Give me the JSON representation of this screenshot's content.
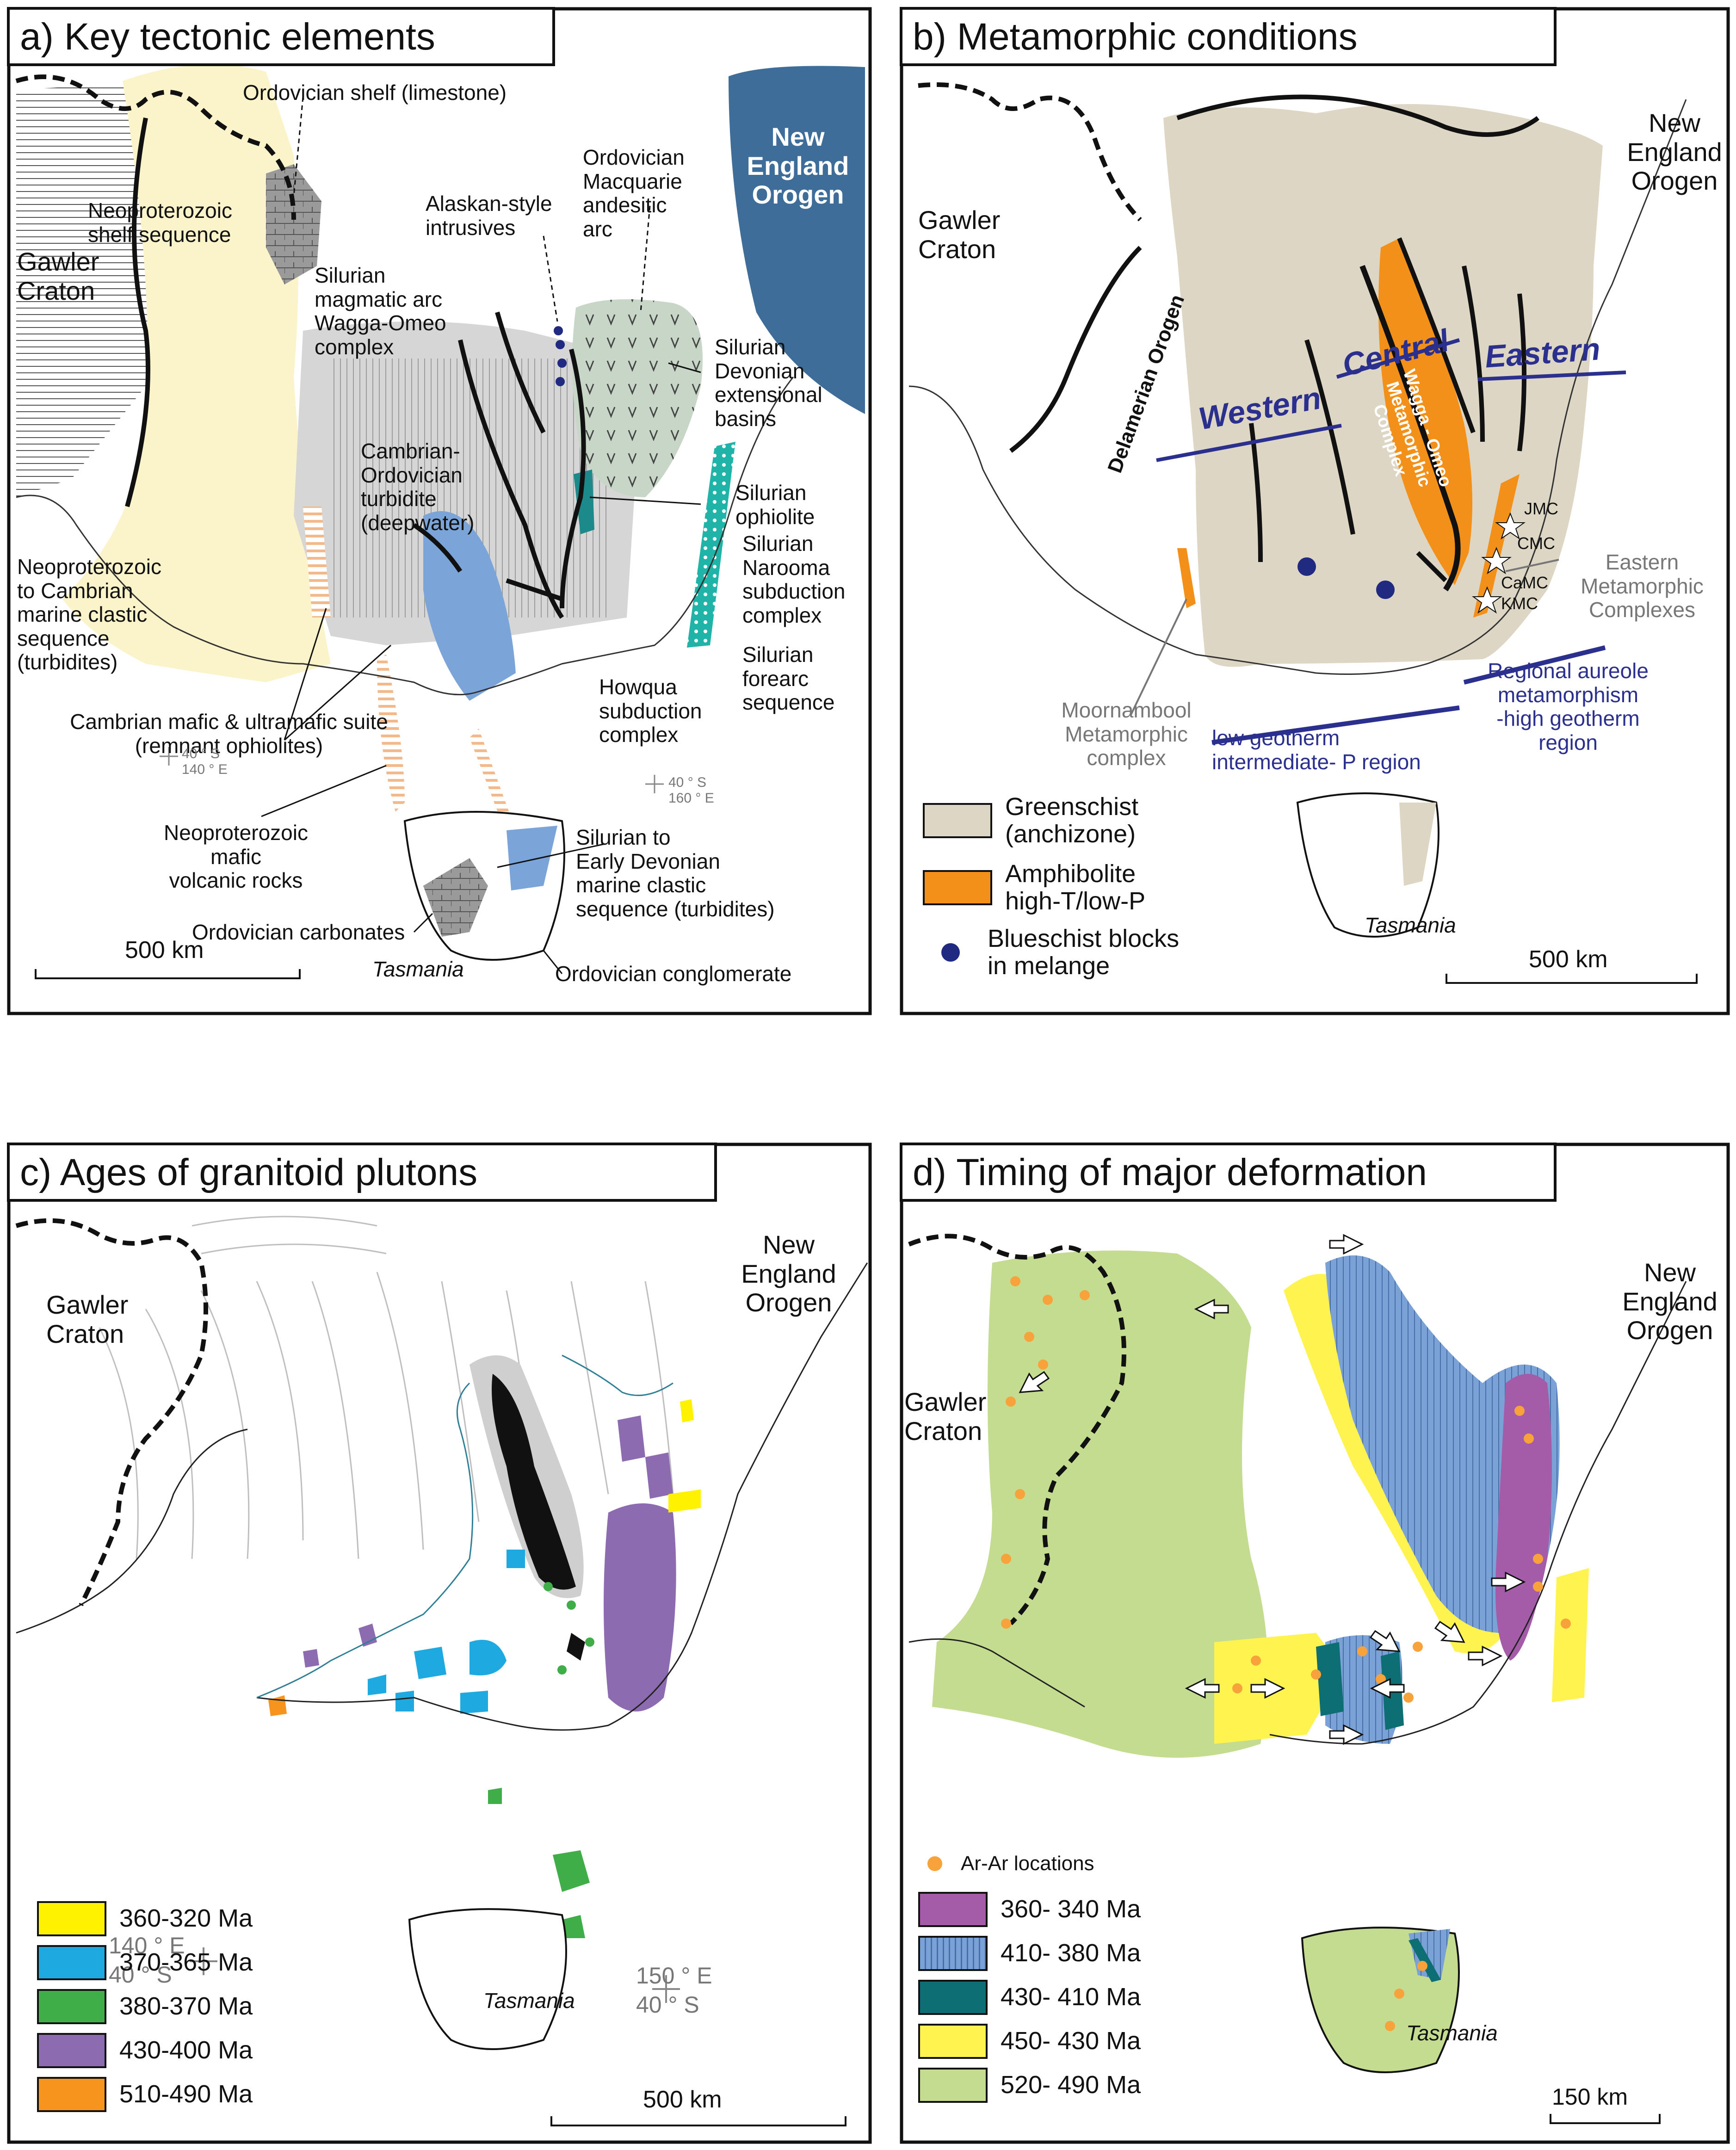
{
  "panel_a": {
    "title": "a)   Key tectonic elements",
    "labels": {
      "ordovician_shelf": "Ordovician shelf (limestone)",
      "neoproterozoic_shelf": "Neoproterozoic\nshelf sequence",
      "gawler_craton": "Gawler\nCraton",
      "new_england": "New\nEngland\nOrogen",
      "alaskan": "Alaskan-style\nintrusives",
      "macquarie": "Ordovician\nMacquarie\nandesitic\narc",
      "silurian_arc": "Silurian\nmagmatic arc\nWagga-Omeo\ncomplex",
      "extensional": "Silurian\nDevonian\nextensional\nbasins",
      "turbidite": "Cambrian-\nOrdovician\nturbidite\n(deepwater)",
      "ophiolite": "Silurian\nophiolite",
      "narooma": "Silurian\nNarooma\nsubduction\ncomplex",
      "forearc": "Silurian\nforearc\nsequence",
      "neo_cambrian": "Neoproterozoic\nto Cambrian\nmarine clastic\nsequence\n(turbidites)",
      "mafic_suite": "Cambrian mafic & ultramafic suite\n(remnant ophiolites)",
      "howqua": "Howqua\nsubduction\ncomplex",
      "neo_volcanic": "Neoproterozoic\nmafic\nvolcanic rocks",
      "silurian_devonian": "Silurian to\nEarly Devonian\nmarine clastic\nsequence (turbidites)",
      "ordovician_carbonates": "Ordovician carbonates",
      "tasmania": "Tasmania",
      "ordovician_conglomerate": "Ordovician conglomerate",
      "coord1": "40 ° S\n140 ° E",
      "coord2": "40 ° S\n160 ° E",
      "scale": "500 km"
    }
  },
  "panel_b": {
    "title": "b)   Metamorphic conditions",
    "labels": {
      "gawler_craton": "Gawler\nCraton",
      "new_england": "New\nEngland\nOrogen",
      "delamerian": "Delamerian Orogen",
      "western": "Western",
      "central": "Central",
      "eastern": "Eastern",
      "wagga": "Wagga - Omeo\nMetamorphic\nComplex",
      "jmc": "JMC",
      "cmc": "CMC",
      "camc": "CaMC",
      "kmc": "KMC",
      "eastern_complexes": "Eastern\nMetamorphic\nComplexes",
      "moornambool": "Moornambool\nMetamorphic\ncomplex",
      "low_geotherm": "low     geotherm\nintermediate- P region",
      "regional": "Regional aureole\nmetamorphism\n-high geotherm region",
      "tasmania": "Tasmania",
      "scale": "500 km"
    },
    "legend": [
      {
        "label": "Greenschist\n(anchizone)",
        "color": "#ddd6c4"
      },
      {
        "label": "Amphibolite\nhigh-T/low-P",
        "color": "#f39019"
      },
      {
        "label": "Blueschist blocks\nin melange",
        "color": "#1f2a80"
      }
    ]
  },
  "panel_c": {
    "title": "c)   Ages of granitoid plutons",
    "labels": {
      "gawler_craton": "Gawler\nCraton",
      "new_england": "New\nEngland\nOrogen",
      "coord1": "140 ° E\n40 ° S",
      "coord2": "150 ° E\n40 ° S",
      "tasmania": "Tasmania",
      "scale": "500 km"
    },
    "legend": [
      {
        "label": "360-320 Ma",
        "color": "#fff200"
      },
      {
        "label": "370-365 Ma",
        "color": "#1fa9e1"
      },
      {
        "label": "380-370 Ma",
        "color": "#3fae49"
      },
      {
        "label": "430-400 Ma",
        "color": "#8c6bb1"
      },
      {
        "label": "510-490 Ma",
        "color": "#f7941d"
      }
    ]
  },
  "panel_d": {
    "title": "d)   Timing of major deformation",
    "labels": {
      "gawler_craton": "Gawler\nCraton",
      "new_england": "New\nEngland\nOrogen",
      "tasmania": "Tasmania",
      "scale": "150 km"
    },
    "legend": [
      {
        "label": "Ar-Ar locations",
        "color": "#f7a23a",
        "kind": "dot"
      },
      {
        "label": "360- 340 Ma",
        "color": "#a45ca8"
      },
      {
        "label": "410- 380 Ma",
        "color": "#7aa2d6"
      },
      {
        "label": "430- 410 Ma",
        "color": "#0d6f73"
      },
      {
        "label": "450- 430 Ma",
        "color": "#fff44f"
      },
      {
        "label": "520- 490 Ma",
        "color": "#c4dc8f"
      }
    ]
  }
}
